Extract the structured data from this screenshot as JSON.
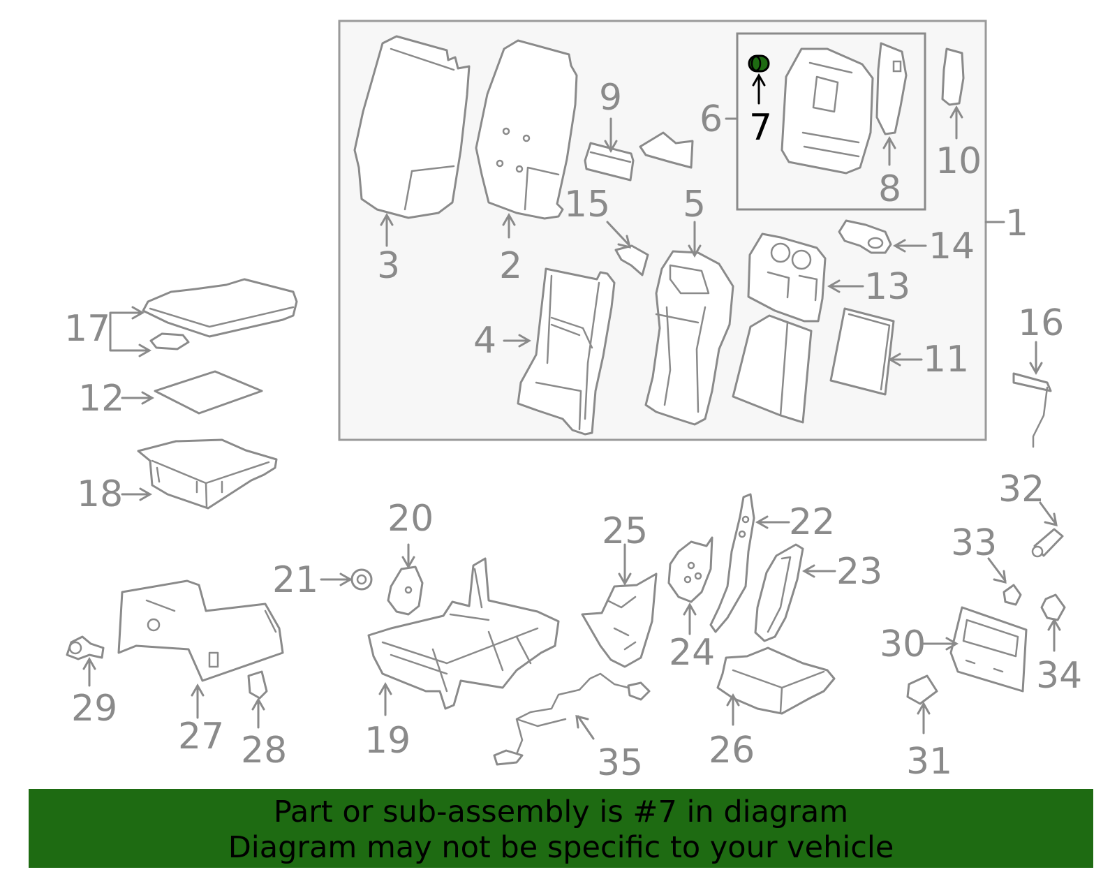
{
  "callouts": {
    "c1": "1",
    "c2": "2",
    "c3": "3",
    "c4": "4",
    "c5": "5",
    "c6": "6",
    "c7": "7",
    "c8": "8",
    "c9": "9",
    "c10": "10",
    "c11": "11",
    "c12": "12",
    "c13": "13",
    "c14": "14",
    "c15": "15",
    "c16": "16",
    "c17": "17",
    "c18": "18",
    "c19": "19",
    "c20": "20",
    "c21": "21",
    "c22": "22",
    "c23": "23",
    "c24": "24",
    "c25": "25",
    "c26": "26",
    "c27": "27",
    "c28": "28",
    "c29": "29",
    "c30": "30",
    "c31": "31",
    "c32": "32",
    "c33": "33",
    "c34": "34",
    "c35": "35"
  },
  "highlight": {
    "part": "7",
    "color": "#1e6b12"
  },
  "banner": {
    "line1": "Part or sub-assembly is #7 in diagram",
    "line2": "Diagram may not be specific to your vehicle",
    "bg_color": "#1e6b12"
  }
}
